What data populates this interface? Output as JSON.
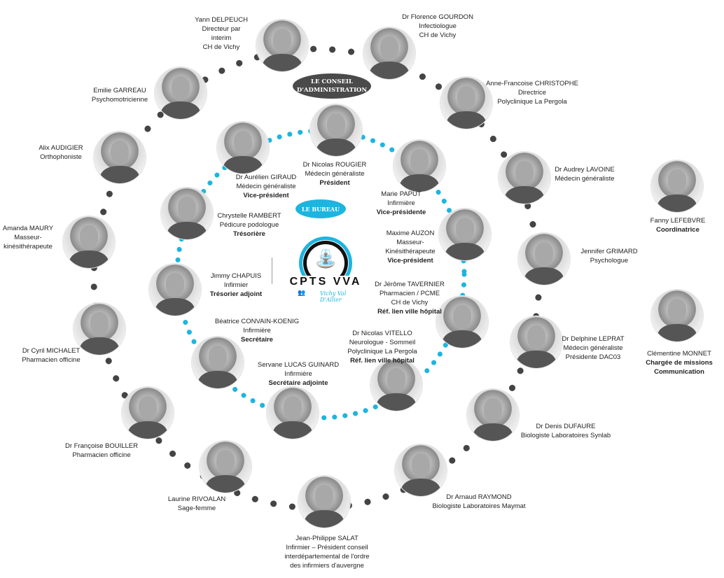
{
  "conseil_label": [
    "LE CONSEIL",
    "D'ADMINISTRATION"
  ],
  "bureau_label": "LE BUREAU",
  "logo": {
    "name": "CPTS VVA",
    "tagline": "Vichy Val D'Allier"
  },
  "colors": {
    "outer_dots": "#444444",
    "inner_dots": "#1cb5e0",
    "conseil_pill": "#4a4a4a",
    "bureau_pill": "#1cb5e0"
  },
  "people": [
    {
      "name": "Yann DELPEUCH",
      "lines": [
        "Directeur par",
        "interim",
        "CH de Vichy"
      ],
      "bold": []
    },
    {
      "name": "Dr Florence GOURDON",
      "lines": [
        "Infectiologue",
        "CH de Vichy"
      ],
      "bold": []
    },
    {
      "name": "Anne-Francoise CHRISTOPHE",
      "lines": [
        "Directrice",
        "Polyclinique La Pergola"
      ],
      "bold": []
    },
    {
      "name": "Dr Audrey LAVOINE",
      "lines": [
        "Médecin généraliste"
      ],
      "bold": []
    },
    {
      "name": "Jennifer GRIMARD",
      "lines": [
        "Psychologue"
      ],
      "bold": []
    },
    {
      "name": "Dr Delphine LEPRAT",
      "lines": [
        "Médecin généraliste",
        "Présidente DAC03"
      ],
      "bold": []
    },
    {
      "name": "Dr Denis DUFAURE",
      "lines": [
        "Biologiste Laboratoires Synlab"
      ],
      "bold": []
    },
    {
      "name": "Dr Arnaud RAYMOND",
      "lines": [
        "Biologiste Laboratoires Maymat"
      ],
      "bold": []
    },
    {
      "name": "Jean-Philippe SALAT",
      "lines": [
        "Infirmier – Président conseil",
        "interdépartemental de l'ordre",
        "des infirmiers d'auvergne"
      ],
      "bold": []
    },
    {
      "name": "Laurine RIVOALAN",
      "lines": [
        "Sage-femme"
      ],
      "bold": []
    },
    {
      "name": "Dr Françoise BOUILLER",
      "lines": [
        "Pharmacien officine"
      ],
      "bold": []
    },
    {
      "name": "Dr Cyril MICHALET",
      "lines": [
        "Pharmacien officine"
      ],
      "bold": []
    },
    {
      "name": "Amanda MAURY",
      "lines": [
        "Masseur-",
        "kinésithérapeute"
      ],
      "bold": []
    },
    {
      "name": "Alix AUDIGIER",
      "lines": [
        "Orthophoniste"
      ],
      "bold": []
    },
    {
      "name": "Emilie GARREAU",
      "lines": [
        "Psychomotricienne"
      ],
      "bold": []
    },
    {
      "name": "Fanny LEFEBVRE",
      "lines": [],
      "bold": [
        "Coordinatrice"
      ]
    },
    {
      "name": "Clémentine MONNET",
      "lines": [],
      "bold": [
        "Chargée de missions",
        "Communication"
      ]
    },
    {
      "name": "Dr Nicolas ROUGIER",
      "lines": [
        "Médecin généraliste"
      ],
      "bold": [
        "Président"
      ]
    },
    {
      "name": "Marie PAPUT",
      "lines": [
        "Infirmière"
      ],
      "bold": [
        "Vice-présidente"
      ]
    },
    {
      "name": "Maxime AUZON",
      "lines": [
        "Masseur-",
        "Kinésithérapeute"
      ],
      "bold": [
        "Vice-président"
      ]
    },
    {
      "name": "Dr Jérôme TAVERNIER",
      "lines": [
        "Pharmacien / PCME",
        "CH de Vichy"
      ],
      "bold": [
        "Réf. lien ville hôpital"
      ]
    },
    {
      "name": "Dr Nicolas VITELLO",
      "lines": [
        "Neurologue - Sommeil",
        "Polyclinique La Pergola"
      ],
      "bold": [
        "Réf. lien ville hôpital"
      ]
    },
    {
      "name": "Servane LUCAS GUINARD",
      "lines": [
        "Infirmière"
      ],
      "bold": [
        "Secrétaire  adjointe"
      ]
    },
    {
      "name": "Béatrice CONVAIN-KOENIG",
      "lines": [
        "Infirmière"
      ],
      "bold": [
        "Secrétaire"
      ]
    },
    {
      "name": "Jimmy CHAPUIS",
      "lines": [
        "Infirmier"
      ],
      "bold": [
        "Trésorier adjoint"
      ]
    },
    {
      "name": "Chrystelle RAMBERT",
      "lines": [
        "Pédicure podologue"
      ],
      "bold": [
        "Trésorière"
      ]
    },
    {
      "name": "Dr Aurélien GIRAUD",
      "lines": [
        "Médecin généraliste"
      ],
      "bold": [
        "Vice-président"
      ]
    }
  ]
}
